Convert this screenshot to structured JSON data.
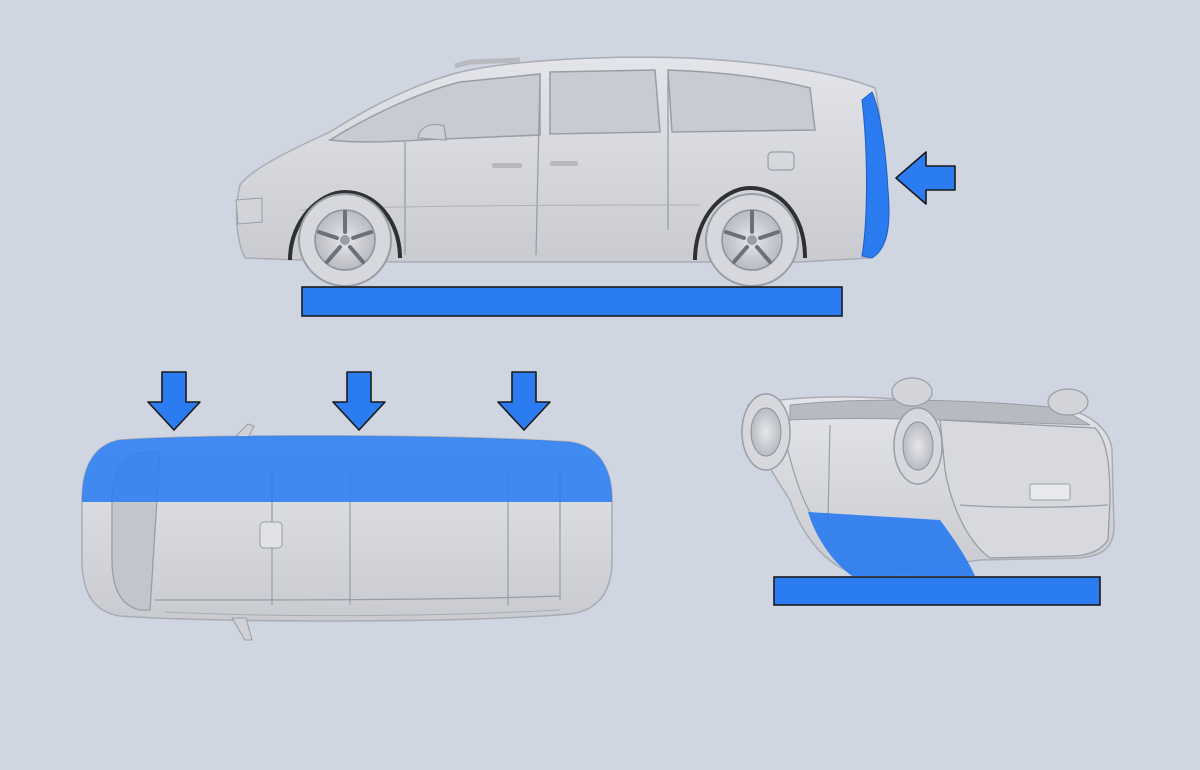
{
  "colors": {
    "background": "#cfd6e2",
    "highlight": "#2b7cf0",
    "highlight_translucent": "#2f7ff2",
    "body": "#dcdde2",
    "body_shade": "#c4c6cc",
    "line": "#9a9da5",
    "window": "#cfd1d7",
    "tire": "#2f3033",
    "outline": "#1a1a1a"
  },
  "views": [
    {
      "name": "side-impact-view",
      "icons": [
        "minivan-side-icon",
        "arrow-left-icon",
        "ground-bar"
      ]
    },
    {
      "name": "roof-crush-view",
      "icons": [
        "minivan-top-icon",
        "arrow-down-icon",
        "arrow-down-icon",
        "arrow-down-icon"
      ]
    },
    {
      "name": "rollover-view",
      "icons": [
        "minivan-upside-down-icon",
        "ground-bar"
      ]
    }
  ]
}
